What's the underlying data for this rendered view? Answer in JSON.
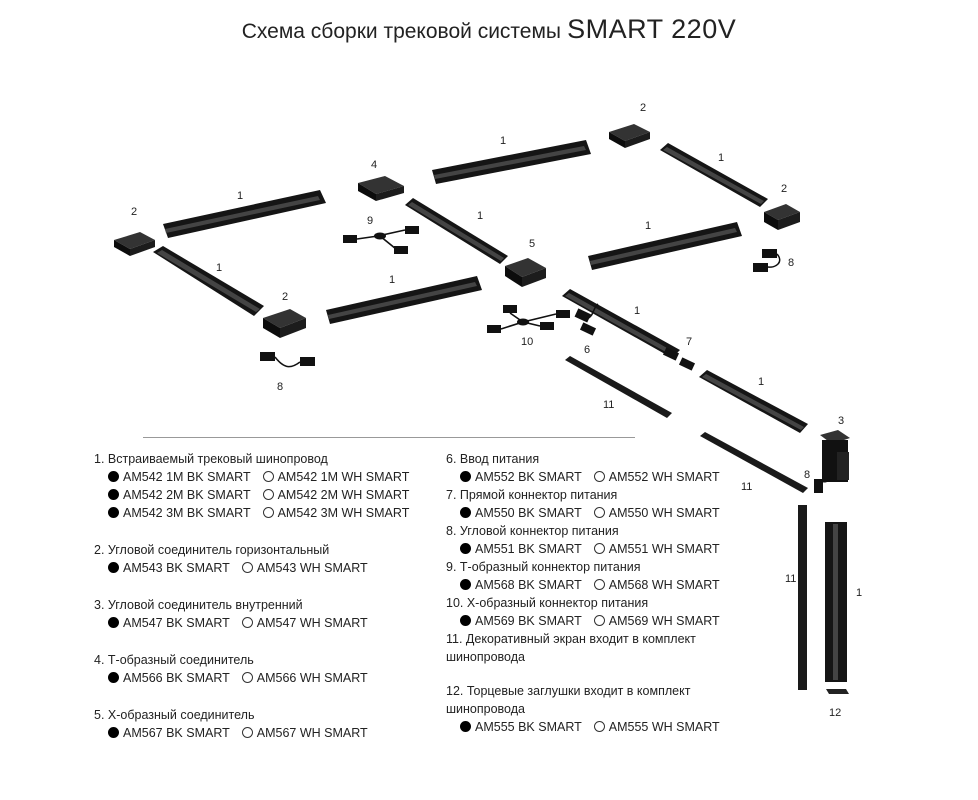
{
  "title": {
    "part1": "Схема сборки трековой системы",
    "part2": "SMART 220V"
  },
  "callouts": [
    "1",
    "1",
    "1",
    "1",
    "1",
    "1",
    "1",
    "1",
    "1",
    "1",
    "2",
    "2",
    "2",
    "2",
    "3",
    "4",
    "5",
    "6",
    "7",
    "8",
    "8",
    "8",
    "9",
    "10",
    "11",
    "11",
    "11",
    "12"
  ],
  "left_column": {
    "g1": {
      "head": "1. Встраиваемый трековый шинопровод",
      "rows": [
        {
          "bk": "AM542 1M BK SMART",
          "wh": "AM542 1M WH SMART"
        },
        {
          "bk": "AM542 2M BK SMART",
          "wh": "AM542 2M WH SMART"
        },
        {
          "bk": "AM542 3M BK SMART",
          "wh": "AM542 3M WH SMART"
        }
      ]
    },
    "g2": {
      "head": "2. Угловой соединитель горизонтальный",
      "bk": "AM543 BK SMART",
      "wh": "AM543 WH SMART"
    },
    "g3": {
      "head": "3. Угловой соединитель внутренний",
      "bk": "AM547 BK SMART",
      "wh": "AM547 WH SMART"
    },
    "g4": {
      "head": "4. Т-образный соединитель",
      "bk": "AM566 BK SMART",
      "wh": "AM566 WH SMART"
    },
    "g5": {
      "head": "5. Х-образный соединитель",
      "bk": "AM567 BK SMART",
      "wh": "AM567 WH SMART"
    }
  },
  "right_column": {
    "g6": {
      "head": "6. Ввод питания",
      "bk": "AM552 BK SMART",
      "wh": "AM552 WH SMART"
    },
    "g7": {
      "head": "7. Прямой коннектор питания",
      "bk": "AM550 BK SMART",
      "wh": "AM550 WH SMART"
    },
    "g8": {
      "head": "8.  Угловой коннектор питания",
      "bk": "AM551 BK SMART",
      "wh": "AM551 WH SMART"
    },
    "g9": {
      "head": "9.  Т-образный коннектор питания",
      "bk": "AM568 BK SMART",
      "wh": "AM568 WH SMART"
    },
    "g10": {
      "head": "10. Х-образный коннектор питания",
      "bk": "AM569 BK SMART",
      "wh": "AM569 WH SMART"
    },
    "g11": {
      "head1": "11. Декоративный экран входит в комплект",
      "head2": "шинопровода"
    },
    "g12": {
      "head1": "12. Торцевые заглушки  входит в комплект",
      "head2": "шинопровода",
      "bk": "AM555 BK SMART",
      "wh": "AM555 WH SMART"
    }
  }
}
